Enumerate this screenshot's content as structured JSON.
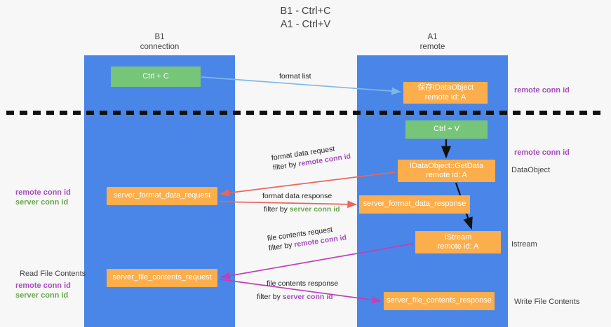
{
  "title": {
    "line1": "B1 - Ctrl+C",
    "line2": "A1 - Ctrl+V"
  },
  "lanes": [
    {
      "id": "b1",
      "name": "B1",
      "sub": "connection"
    },
    {
      "id": "a1",
      "name": "A1",
      "sub": "remote"
    }
  ],
  "nodes": {
    "ctrl_c": {
      "label": "Ctrl + C",
      "color": "#77c578"
    },
    "save_idataobject": {
      "line1": "保存IDataObject",
      "line2": "remote id: A",
      "color": "#fcae4c"
    },
    "ctrl_v": {
      "label": "Ctrl + V",
      "color": "#77c578"
    },
    "getdata": {
      "line1": "IDataObject::GetData",
      "line2": "remote id: A",
      "color": "#fcae4c"
    },
    "server_format_data_request": {
      "label": "server_format_data_request",
      "color": "#fcae4c"
    },
    "server_format_data_response": {
      "label": "server_format_data_response",
      "color": "#fcae4c"
    },
    "istream": {
      "line1": "IStream",
      "line2": "remote id: A",
      "color": "#fcae4c"
    },
    "server_file_contents_request": {
      "label": "server_file_contents_request",
      "color": "#fcae4c"
    },
    "server_file_contents_response": {
      "label": "server_file_contents_response",
      "color": "#fcae4c"
    }
  },
  "edge_labels": {
    "format_list": "format list",
    "format_data_request": {
      "line1": "format data request",
      "filter_prefix": "filter by ",
      "filter_key": "remote conn id"
    },
    "format_data_response": {
      "line1": "format data response",
      "filter_prefix": "filter by ",
      "filter_key": "server conn id"
    },
    "file_contents_request": {
      "line1": "file contents request",
      "filter_prefix": "filter by ",
      "filter_key": "remote conn id"
    },
    "file_contents_response": {
      "line1": "file contents response",
      "filter_prefix": "filter by ",
      "filter_key": "server conn id"
    }
  },
  "annotations": {
    "right_remote_conn_top": "remote conn id",
    "right_remote_conn_mid": "remote conn id",
    "right_dataobject": "DataObject",
    "right_istream": "Istream",
    "right_write_file_contents": "Write File Contents",
    "left_remote_conn_1": "remote conn id",
    "left_server_conn_1": "server conn id",
    "left_read_file_contents": "Read File Contents",
    "left_remote_conn_2": "remote conn id",
    "left_server_conn_2": "server conn id"
  },
  "colors": {
    "lane": "#4a86e8",
    "node_green": "#77c578",
    "node_orange": "#fcae4c",
    "remote_conn": "#a64dbf",
    "server_conn": "#6aa84f",
    "arrow_blue": "#7db8e8",
    "arrow_red": "#e8665c",
    "arrow_magenta": "#c13fb8",
    "arrow_black": "#111111",
    "background": "#f7f7f7"
  }
}
